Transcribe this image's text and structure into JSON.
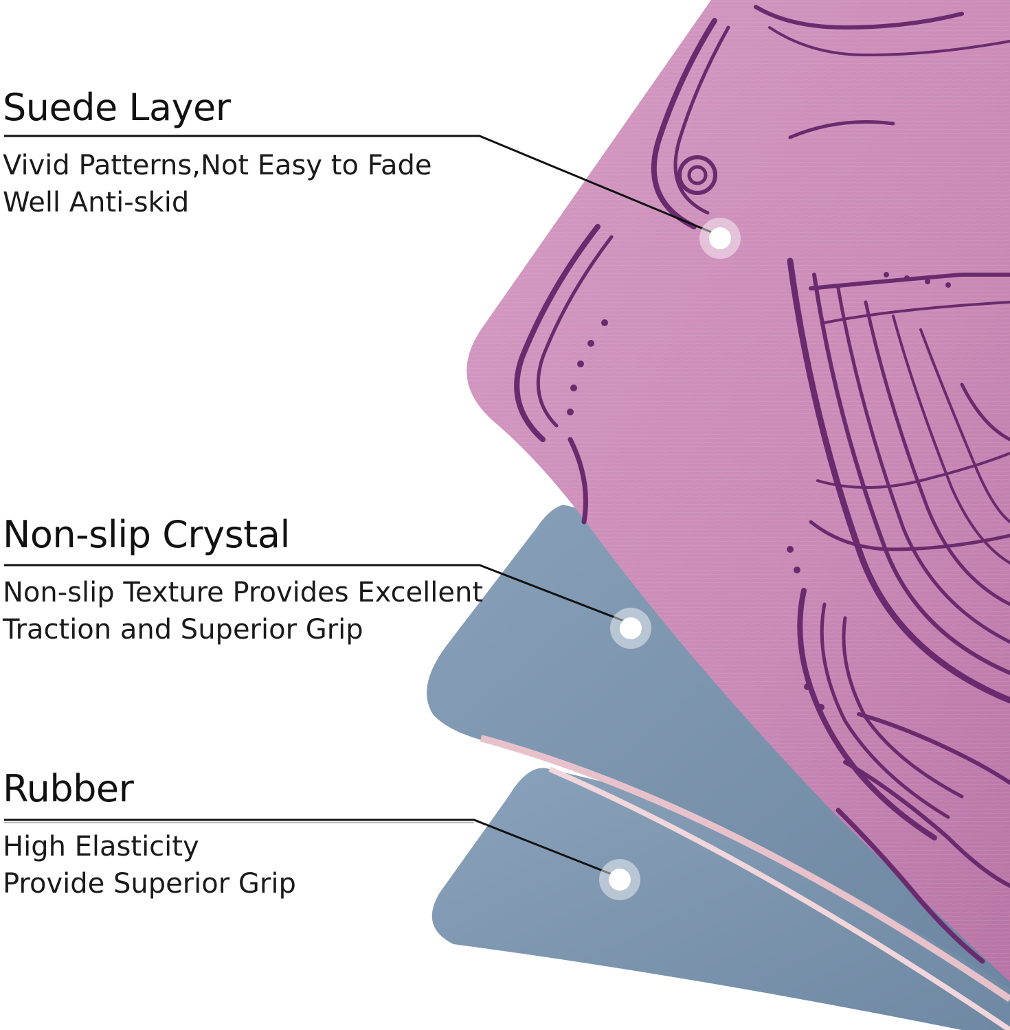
{
  "colors": {
    "suede_base": "#cc8fbb",
    "suede_pattern": "#6a2b6e",
    "crystal": "#7a93ad",
    "rubber": "#7c95b0",
    "edge": "#e9c7cf",
    "leader_line": "#111111",
    "marker": "#ffffff",
    "text": "#111111"
  },
  "layers": [
    {
      "title": "Suede Layer",
      "lines": [
        "Vivid Patterns,Not Easy to Fade",
        "Well Anti-skid"
      ]
    },
    {
      "title": "Non-slip Crystal",
      "lines": [
        "Non-slip Texture Provides Excellent",
        "Traction and Superior Grip"
      ]
    },
    {
      "title": "Rubber",
      "lines": [
        "High Elasticity",
        "Provide Superior Grip"
      ]
    }
  ]
}
